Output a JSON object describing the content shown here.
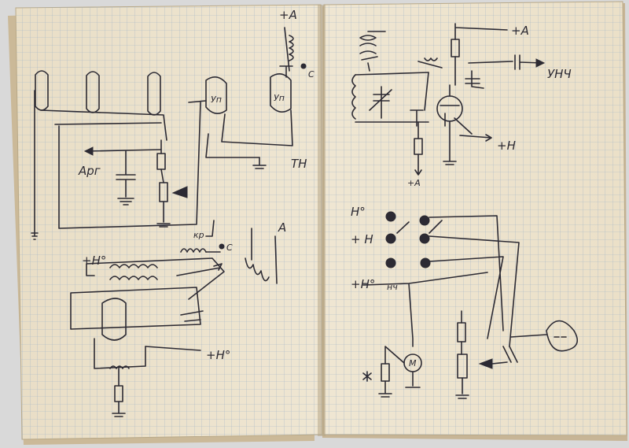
{
  "left_page": {
    "labels": {
      "plus_a": "+A",
      "c_top": "C",
      "tube_label_1": "Уп",
      "tube_label_2": "Уп",
      "th_1": "TH",
      "apr": "Арг",
      "kp": "кр",
      "c_mid": "C",
      "a_right": "A",
      "plus_h0": "+Н°",
      "th0": "+Н°"
    }
  },
  "right_page": {
    "labels": {
      "plus_a": "+A",
      "unch": "УНЧ",
      "plus_h": "+Н",
      "plus_a4": "+А",
      "h0": "Н°",
      "plus_h_mid": "+ Н",
      "plus_h0": "+Н°",
      "nch": "нч",
      "motor": "M"
    }
  }
}
